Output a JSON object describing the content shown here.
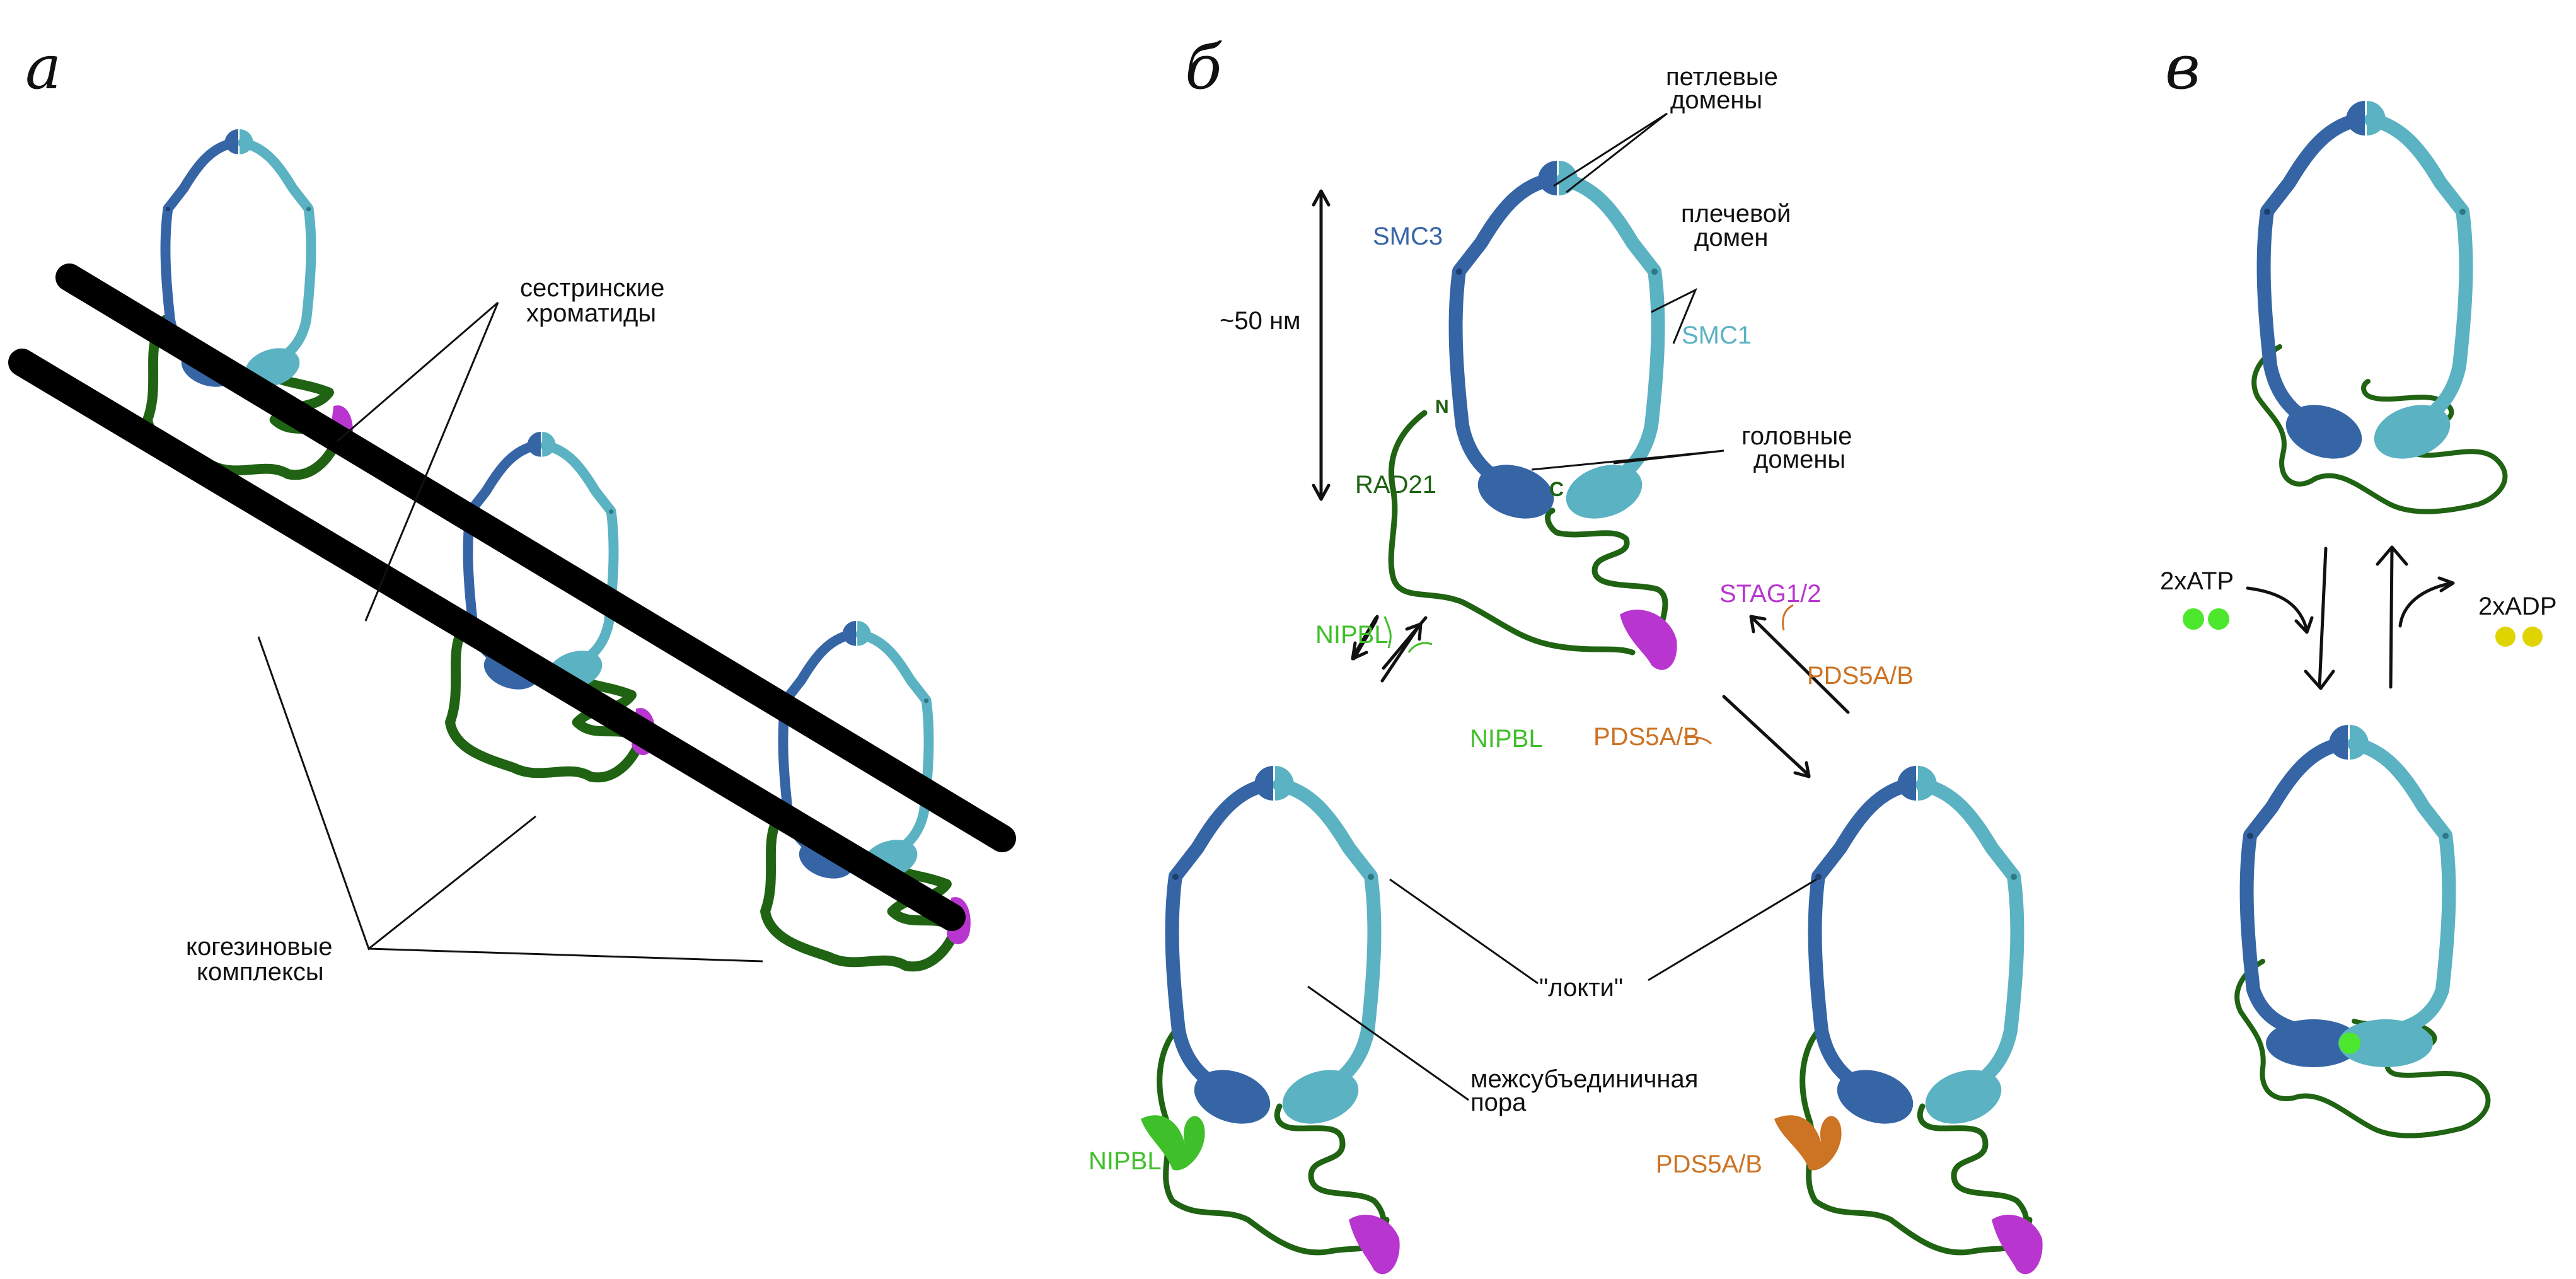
{
  "colors": {
    "smc3": "#3665a6",
    "smc1": "#5ab2c2",
    "rad21": "#1f6313",
    "stag": "#b836cf",
    "nipbl": "#3fbf2a",
    "pds5": "#cc7324",
    "chromatid": "#000000",
    "atp": "#4de82e",
    "adp": "#e0d400"
  },
  "panel_a": {
    "letter": "а",
    "label_chromatids_1": "сестринские",
    "label_chromatids_2": "хроматиды",
    "label_complexes_1": "когезиновые",
    "label_complexes_2": "комплексы"
  },
  "panel_b": {
    "letter": "б",
    "loop_domains_1": "петлевые",
    "loop_domains_2": "домены",
    "smc3": "SMC3",
    "smc1": "SMC1",
    "shoulder_1": "плечевой",
    "shoulder_2": "домен",
    "size": "~50 нм",
    "head_1": "головные",
    "head_2": "домены",
    "n_term": "N",
    "c_term": "C",
    "rad21": "RAD21",
    "stag": "STAG1/2",
    "nipbl_in": "NIPBL",
    "nipbl_out": "NIPBL",
    "pds5_out": "PDS5A/B",
    "pds5_in": "PDS5A/B",
    "elbows": "\"локти\"",
    "pore_1": "межсубъединичная",
    "pore_2": "пора",
    "nipbl_bound": "NIPBL",
    "pds5_bound": "PDS5A/B"
  },
  "panel_c": {
    "letter": "в",
    "atp": "2xATP",
    "adp": "2xADP"
  }
}
